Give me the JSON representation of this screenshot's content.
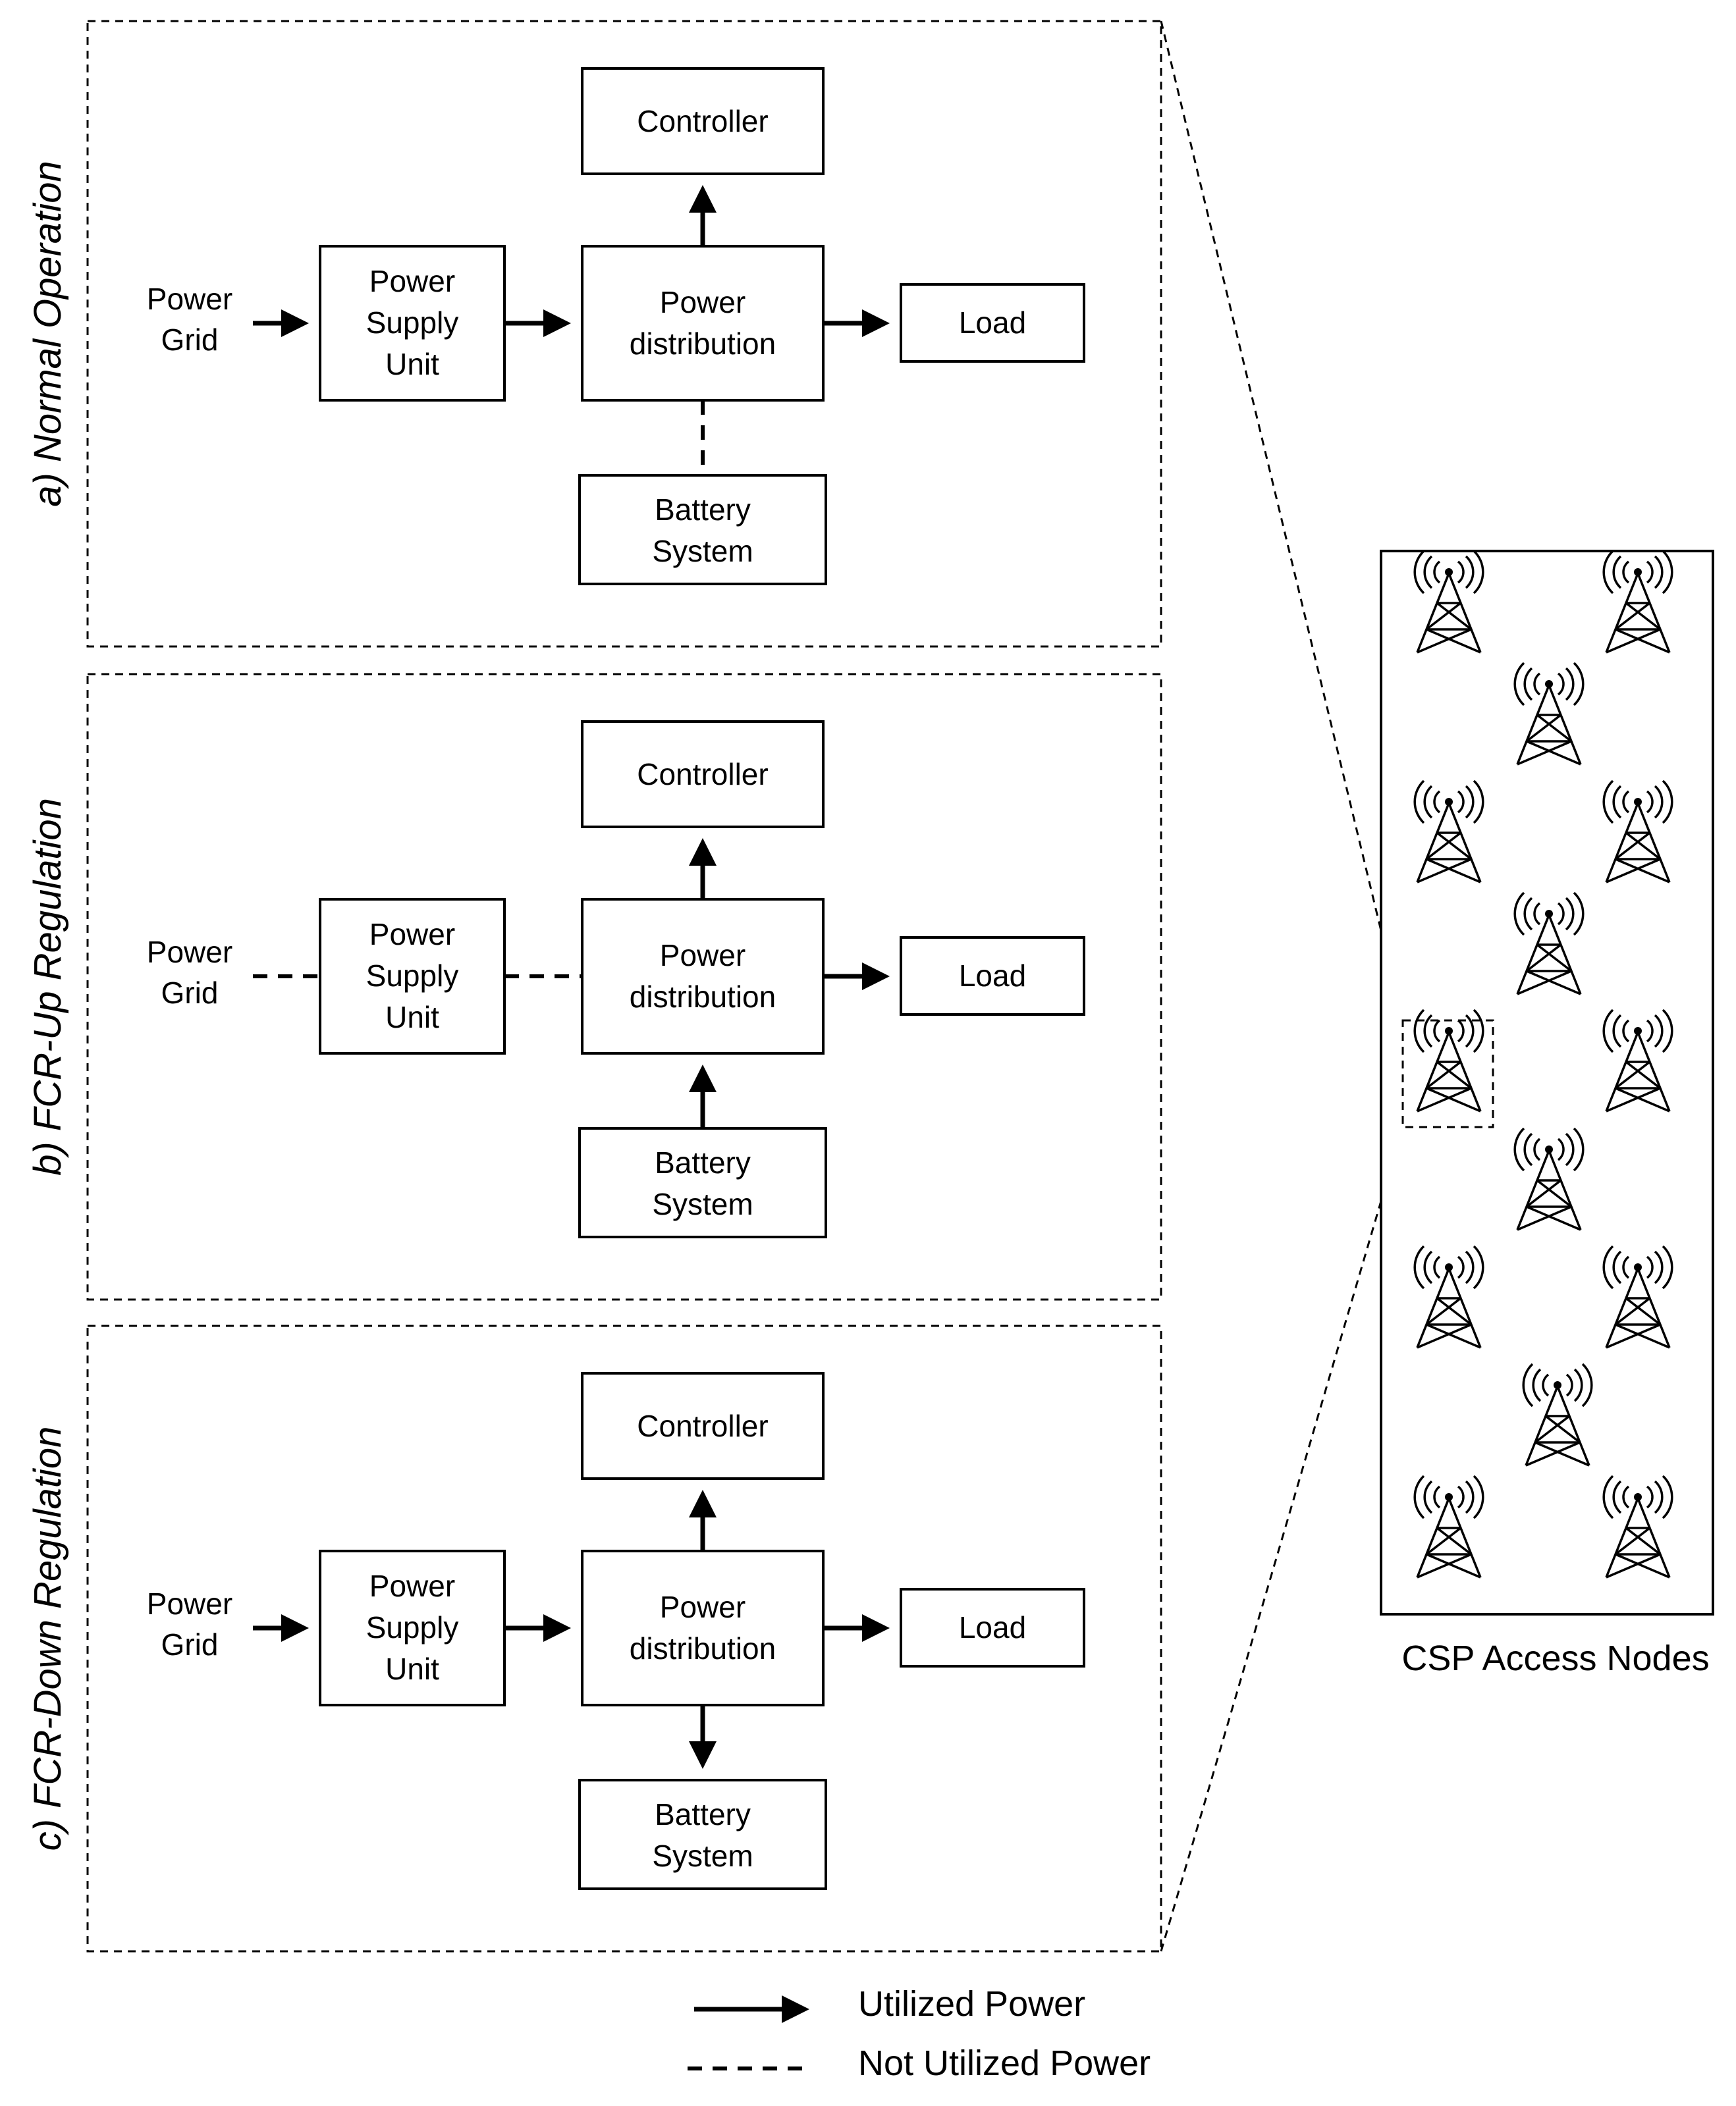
{
  "panels": [
    {
      "title": "a) Normal Operation",
      "grid": [
        "Power",
        "Grid"
      ],
      "psu": [
        "Power",
        "Supply",
        "Unit"
      ],
      "dist": [
        "Power",
        "distribution"
      ],
      "controller": "Controller",
      "load": "Load",
      "battery": [
        "Battery",
        "System"
      ]
    },
    {
      "title": "b) FCR-Up Regulation",
      "grid": [
        "Power",
        "Grid"
      ],
      "psu": [
        "Power",
        "Supply",
        "Unit"
      ],
      "dist": [
        "Power",
        "distribution"
      ],
      "controller": "Controller",
      "load": "Load",
      "battery": [
        "Battery",
        "System"
      ]
    },
    {
      "title": "c) FCR-Down Regulation",
      "grid": [
        "Power",
        "Grid"
      ],
      "psu": [
        "Power",
        "Supply",
        "Unit"
      ],
      "dist": [
        "Power",
        "distribution"
      ],
      "controller": "Controller",
      "load": "Load",
      "battery": [
        "Battery",
        "System"
      ]
    }
  ],
  "nodes_caption": "CSP Access Nodes",
  "legend": {
    "utilized": "Utilized Power",
    "not_utilized": "Not Utilized Power"
  }
}
